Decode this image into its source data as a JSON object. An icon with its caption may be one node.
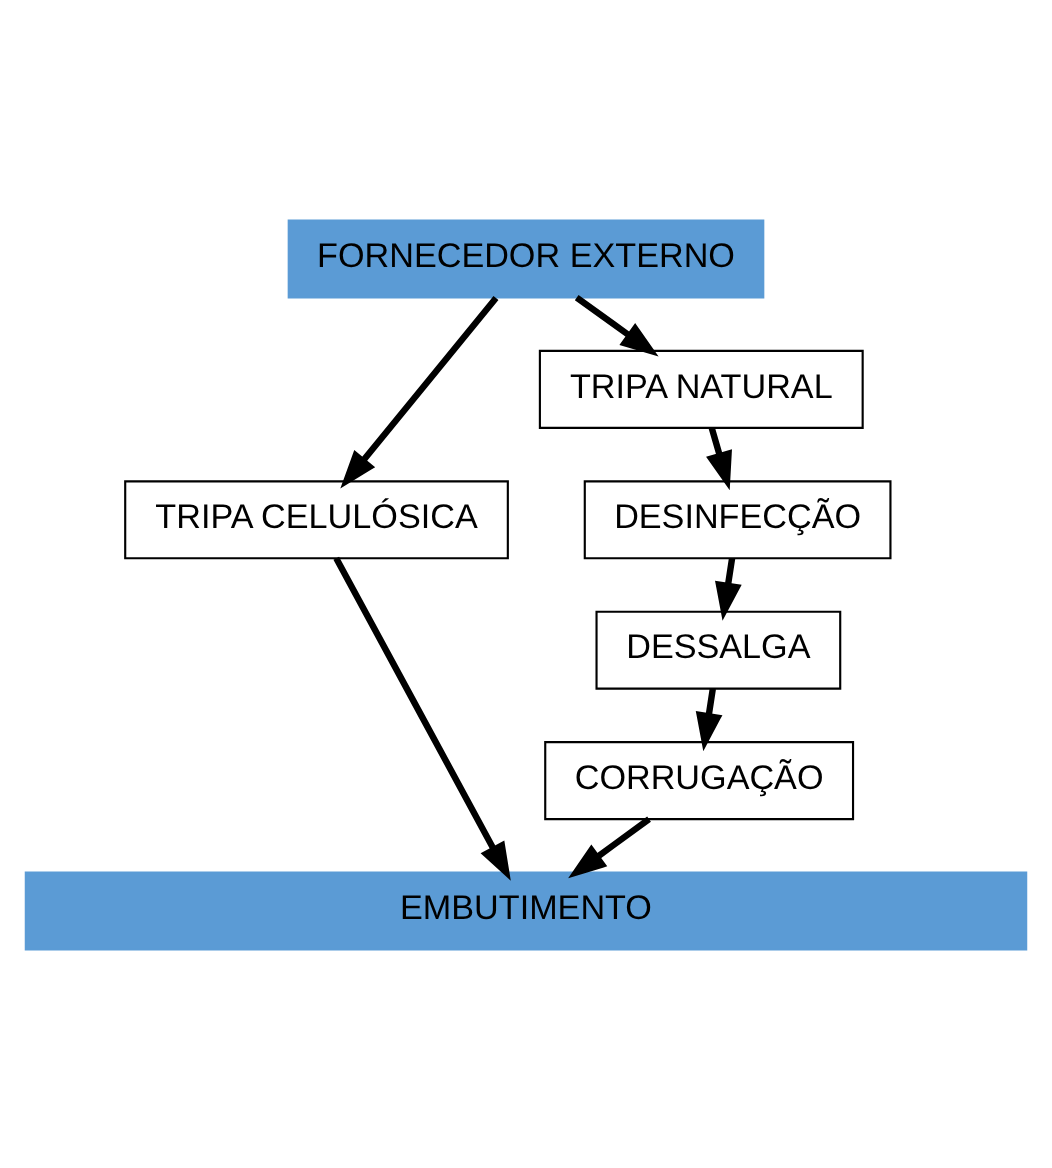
{
  "diagram": {
    "nodes": [
      {
        "text": [
          "FORNECEDOR EXTERNO"
        ]
      },
      {
        "text": [
          "TRIPA CELULÓSICA"
        ]
      },
      {
        "text": [
          "TRIPA NATURAL"
        ]
      },
      {
        "text": [
          "DESINFECÇÃO"
        ]
      },
      {
        "text": [
          "DESSALGA"
        ]
      },
      {
        "text": [
          "CORRUGAÇÃO"
        ]
      },
      {
        "text": [
          "EMBUTIMENTO"
        ]
      }
    ],
    "edges": [
      {
        "from": 0,
        "to": 1,
        "arrow": "to"
      },
      {
        "from": 0,
        "to": 2,
        "arrow": "to"
      },
      {
        "from": 1,
        "to": 6,
        "arrow": "to"
      },
      {
        "from": 2,
        "to": 3,
        "arrow": "to"
      },
      {
        "from": 3,
        "to": 4,
        "arrow": "to"
      },
      {
        "from": 4,
        "to": 5,
        "arrow": "to"
      },
      {
        "from": 5,
        "to": 6,
        "arrow": "to"
      }
    ]
  }
}
